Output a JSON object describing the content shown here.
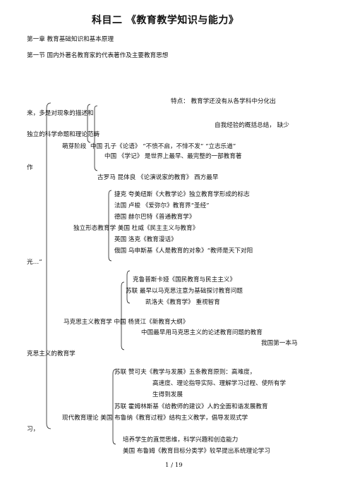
{
  "title": "科目二  《教育教学知识与能力》",
  "chapter": "第一章  教育基础知识和基本原理",
  "section": "第一节   国内外著名教育家的代表著作及主要教育思想",
  "sprout": {
    "features_1": "特点：   教育学还没有从各学科中分化出",
    "features_2": "来，多是对现象的描述和",
    "features_3": "自我经验的概括总结，  缺少",
    "features_4": "独立的科学命题和理论范畴",
    "stage_label": "萌芽阶段",
    "confucius": "中国      孔子《论语》  “不愤不启，不悱不发”  “立志乐道”",
    "xueji_1": "中国          《学记》   是世界上最早、最完整的一部教育著",
    "xueji_2": "作",
    "quintilian": "古罗马    昆体良   《论演说家的教育》 西方最早"
  },
  "independent": {
    "bacon": "捷克     夸美纽斯《大教学论》独立教育学形成的标志",
    "rousseau": "法国    卢梭    《爱弥尔》教育界“圣经”",
    "herbart": "德国    赫尔巴特《普通教育学》",
    "stage": "独立形态教育学    美国    杜威《民主主义与教育》",
    "locke": "英国    洛克《教育漫话》",
    "ushinsky_1": "俄国    乌申斯基《人是教育的对象》“教师是天下对阳",
    "ushinsky_2": "光…”"
  },
  "marxist": {
    "krupskaya": "克鲁普斯卡娅《国民教育与民主主义》",
    "ussr_kairov": "苏联  最早以马克思注意为基础探讨教育问题",
    "kairov": "凯洛夫《教育学》   重视智育",
    "stage": "马克思主义教育学         中国     杨贤江《新教育大纲》",
    "china_first": "中国最早用马克思主义的论述教育问题的教育",
    "first_book": "我国第一本马",
    "end": "克思主义的教育学"
  },
  "modern": {
    "zankov": "苏联     赞可夫《教学与发展》五条教育原则：高难度，",
    "zankov_2": "高速度、理论指导实际、理解学习过程、使所有学",
    "zankov_3": "生得到发展",
    "sukhomlinsky": "苏联    霍姆林斯基《给教师的建议》人的全面和谐发展教育",
    "stage": "现代教育理论   美国    布鲁纳《教育过程》结构主义教学，倡导发现式学",
    "stage_2": "习，",
    "bruner_2": "培养学生的直觉思维，科学兴趣和创造能力",
    "bloom": "美国    布鲁姆《教育目标分类学》较早提出系统理论学习"
  },
  "footer": "1 / 19"
}
